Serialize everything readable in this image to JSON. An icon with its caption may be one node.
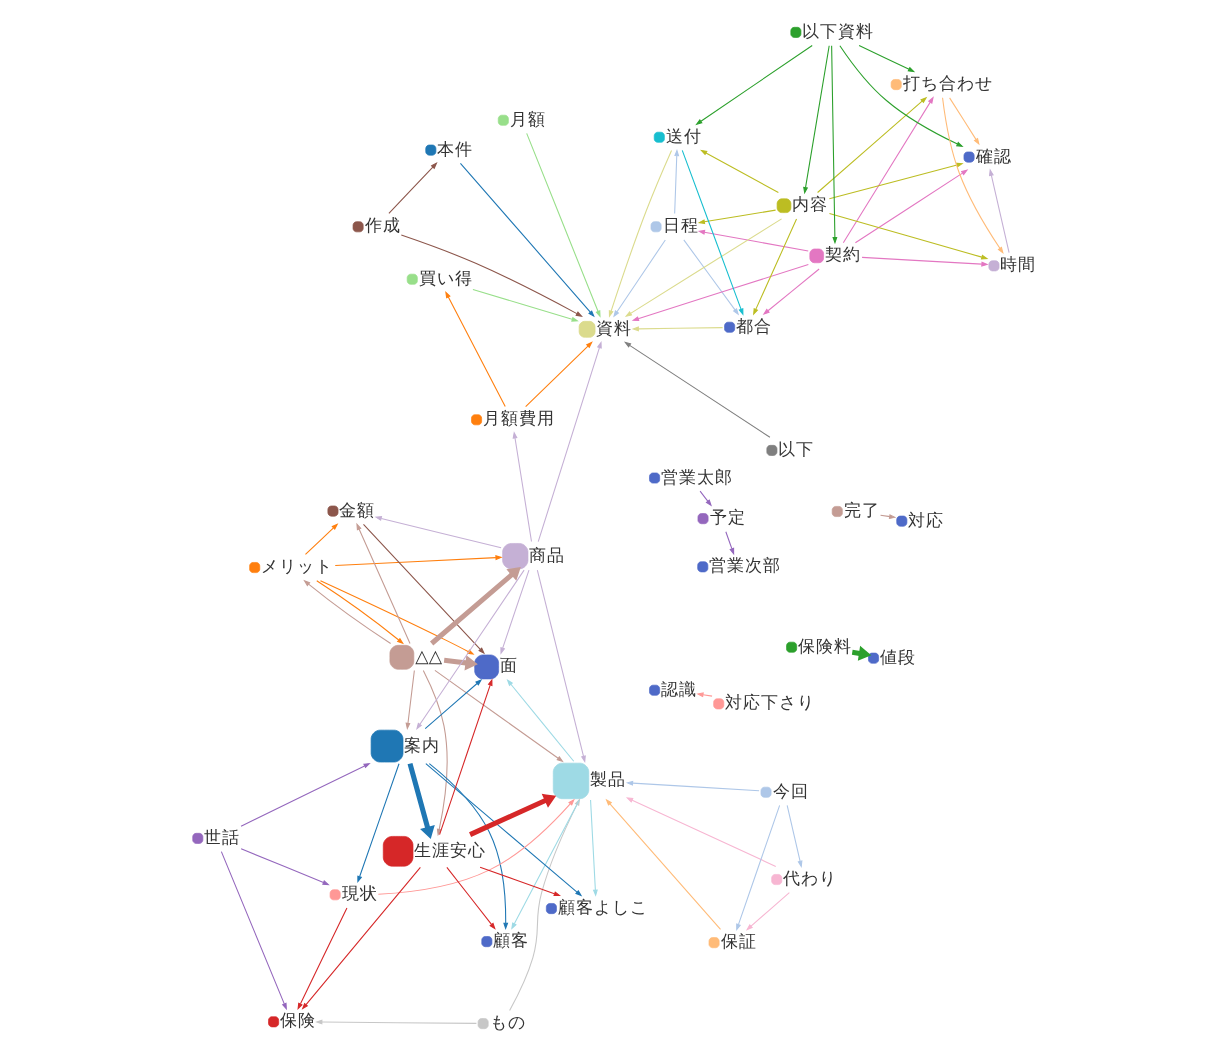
{
  "diagram": {
    "nodes": [
      {
        "text": [
          "メリット"
        ]
      },
      {
        "text": [
          "代わり"
        ]
      },
      {
        "text": [
          "面"
        ]
      },
      {
        "text": [
          "今回"
        ]
      },
      {
        "text": [
          "営業太郎"
        ]
      },
      {
        "text": [
          "金額"
        ]
      },
      {
        "text": [
          "本件"
        ]
      },
      {
        "text": [
          "△△"
        ]
      },
      {
        "text": [
          "以下"
        ]
      },
      {
        "text": [
          "もの"
        ]
      },
      {
        "text": [
          "製品"
        ]
      },
      {
        "text": [
          "保証"
        ]
      },
      {
        "text": [
          "作成"
        ]
      },
      {
        "text": [
          "商品"
        ]
      },
      {
        "text": [
          "案内"
        ]
      },
      {
        "text": [
          "認識"
        ]
      },
      {
        "text": [
          "予定"
        ]
      },
      {
        "text": [
          "現状"
        ]
      },
      {
        "text": [
          "生涯安心"
        ]
      },
      {
        "text": [
          "顧客よしこ"
        ]
      },
      {
        "text": [
          "保険料"
        ]
      },
      {
        "text": [
          "資料"
        ]
      },
      {
        "text": [
          "買い得"
        ]
      },
      {
        "text": [
          "世話"
        ]
      },
      {
        "text": [
          "保険"
        ]
      },
      {
        "text": [
          "営業次部"
        ]
      },
      {
        "text": [
          "顧客"
        ]
      },
      {
        "text": [
          "対応下さり"
        ]
      },
      {
        "text": [
          "月額"
        ]
      },
      {
        "text": [
          "日程"
        ]
      },
      {
        "text": [
          "月額費用"
        ]
      },
      {
        "text": [
          "都合"
        ]
      },
      {
        "text": [
          "値段"
        ]
      },
      {
        "text": [
          "契約"
        ]
      },
      {
        "text": [
          "完了"
        ]
      },
      {
        "text": [
          "内容"
        ]
      },
      {
        "text": [
          "送付"
        ]
      },
      {
        "text": [
          "時間"
        ]
      },
      {
        "text": [
          "対応"
        ]
      },
      {
        "text": [
          "以下資料"
        ]
      },
      {
        "text": [
          "打ち合わせ"
        ]
      },
      {
        "text": [
          "確認"
        ]
      }
    ],
    "edges": [
      {
        "from": 0,
        "to": 2,
        "arrow": "to",
        "color": "#ff7f0e"
      },
      {
        "from": 0,
        "to": 5,
        "arrow": "to",
        "color": "#ff7f0e"
      },
      {
        "from": 0,
        "to": 7,
        "arrow": "to",
        "color": "#ff7f0e"
      },
      {
        "from": 0,
        "to": 13,
        "arrow": "to",
        "color": "#ff7f0e"
      },
      {
        "from": 7,
        "to": 0,
        "arrow": "to",
        "color": "#c49c94"
      },
      {
        "from": 18,
        "to": 2,
        "arrow": "to",
        "color": "#d62728"
      },
      {
        "from": 14,
        "to": 2,
        "arrow": "to",
        "color": "#1f77b4"
      },
      {
        "from": 10,
        "to": 2,
        "arrow": "to",
        "color": "#9edae5"
      },
      {
        "from": 5,
        "to": 2,
        "arrow": "to",
        "color": "#8c564b"
      },
      {
        "from": 7,
        "to": 2,
        "arrow": "to",
        "style": "thick",
        "color": "#c49c94"
      },
      {
        "from": 13,
        "to": 2,
        "arrow": "to",
        "color": "#c5b0d5"
      },
      {
        "from": 1,
        "to": 10,
        "arrow": "to",
        "color": "#f7b6d2"
      },
      {
        "from": 1,
        "to": 11,
        "arrow": "to",
        "color": "#f7b6d2"
      },
      {
        "from": 3,
        "to": 1,
        "arrow": "to",
        "color": "#aec7e8"
      },
      {
        "from": 3,
        "to": 10,
        "arrow": "to",
        "color": "#aec7e8"
      },
      {
        "from": 3,
        "to": 11,
        "arrow": "to",
        "color": "#aec7e8"
      },
      {
        "from": 11,
        "to": 10,
        "arrow": "to",
        "color": "#ffbb78"
      },
      {
        "from": 7,
        "to": 5,
        "arrow": "to",
        "color": "#c49c94"
      },
      {
        "from": 13,
        "to": 5,
        "arrow": "to",
        "color": "#c5b0d5"
      },
      {
        "from": 7,
        "to": 10,
        "arrow": "to",
        "color": "#c49c94"
      },
      {
        "from": 7,
        "to": 14,
        "arrow": "to",
        "color": "#c49c94"
      },
      {
        "from": 7,
        "to": 18,
        "arrow": "to",
        "color": "#c49c94"
      },
      {
        "from": 7,
        "to": 13,
        "arrow": "to",
        "style": "thick",
        "color": "#c49c94"
      },
      {
        "from": 9,
        "to": 10,
        "arrow": "to",
        "color": "#c7c7c7"
      },
      {
        "from": 9,
        "to": 24,
        "arrow": "to",
        "color": "#c7c7c7"
      },
      {
        "from": 13,
        "to": 10,
        "arrow": "to",
        "color": "#c5b0d5"
      },
      {
        "from": 13,
        "to": 14,
        "arrow": "to",
        "color": "#c5b0d5"
      },
      {
        "from": 13,
        "to": 21,
        "arrow": "to",
        "color": "#c5b0d5"
      },
      {
        "from": 13,
        "to": 30,
        "arrow": "to",
        "color": "#c5b0d5"
      },
      {
        "from": 10,
        "to": 26,
        "arrow": "to",
        "color": "#9edae5"
      },
      {
        "from": 10,
        "to": 19,
        "arrow": "to",
        "color": "#9edae5"
      },
      {
        "from": 18,
        "to": 10,
        "arrow": "to",
        "style": "thick",
        "color": "#d62728"
      },
      {
        "from": 14,
        "to": 18,
        "arrow": "to",
        "style": "thick",
        "color": "#1f77b4"
      },
      {
        "from": 18,
        "to": 19,
        "arrow": "to",
        "color": "#d62728"
      },
      {
        "from": 18,
        "to": 24,
        "arrow": "to",
        "color": "#d62728"
      },
      {
        "from": 18,
        "to": 26,
        "arrow": "to",
        "color": "#d62728"
      },
      {
        "from": 14,
        "to": 17,
        "arrow": "to",
        "color": "#1f77b4"
      },
      {
        "from": 14,
        "to": 19,
        "arrow": "to",
        "color": "#1f77b4"
      },
      {
        "from": 14,
        "to": 26,
        "arrow": "to",
        "color": "#1f77b4"
      },
      {
        "from": 23,
        "to": 14,
        "arrow": "to",
        "color": "#9467bd"
      },
      {
        "from": 17,
        "to": 10,
        "arrow": "to",
        "color": "#ff9896"
      },
      {
        "from": 17,
        "to": 24,
        "arrow": "to",
        "color": "#d62728"
      },
      {
        "from": 23,
        "to": 17,
        "arrow": "to",
        "color": "#9467bd"
      },
      {
        "from": 6,
        "to": 21,
        "arrow": "to",
        "color": "#1f77b4"
      },
      {
        "from": 8,
        "to": 21,
        "arrow": "to",
        "color": "#7f7f7f"
      },
      {
        "from": 12,
        "to": 21,
        "arrow": "to",
        "color": "#8c564b"
      },
      {
        "from": 12,
        "to": 6,
        "arrow": "to",
        "color": "#8c564b"
      },
      {
        "from": 4,
        "to": 16,
        "arrow": "to",
        "color": "#9467bd"
      },
      {
        "from": 16,
        "to": 25,
        "arrow": "to",
        "color": "#9467bd"
      },
      {
        "from": 27,
        "to": 15,
        "arrow": "to",
        "color": "#ff9896"
      },
      {
        "from": 28,
        "to": 21,
        "arrow": "to",
        "color": "#98df8a"
      },
      {
        "from": 22,
        "to": 21,
        "arrow": "to",
        "color": "#98df8a"
      },
      {
        "from": 30,
        "to": 21,
        "arrow": "to",
        "color": "#ff7f0e"
      },
      {
        "from": 30,
        "to": 22,
        "arrow": "to",
        "color": "#ff7f0e"
      },
      {
        "from": 29,
        "to": 21,
        "arrow": "to",
        "color": "#aec7e8"
      },
      {
        "from": 31,
        "to": 21,
        "arrow": "to",
        "color": "#dbdb8d"
      },
      {
        "from": 35,
        "to": 21,
        "arrow": "to",
        "color": "#dbdb8d"
      },
      {
        "from": 33,
        "to": 21,
        "arrow": "to",
        "color": "#e377c2"
      },
      {
        "from": 36,
        "to": 21,
        "arrow": "to",
        "color": "#dbdb8d"
      },
      {
        "from": 23,
        "to": 24,
        "arrow": "to",
        "color": "#9467bd"
      },
      {
        "from": 20,
        "to": 32,
        "arrow": "to",
        "style": "thick",
        "color": "#2ca02c"
      },
      {
        "from": 34,
        "to": 38,
        "arrow": "to",
        "color": "#c49c94"
      },
      {
        "from": 29,
        "to": 31,
        "arrow": "to",
        "color": "#aec7e8"
      },
      {
        "from": 33,
        "to": 31,
        "arrow": "to",
        "color": "#e377c2"
      },
      {
        "from": 36,
        "to": 31,
        "arrow": "to",
        "color": "#17becf"
      },
      {
        "from": 35,
        "to": 31,
        "arrow": "to",
        "color": "#bcbd22"
      },
      {
        "from": 33,
        "to": 29,
        "arrow": "to",
        "color": "#e377c2"
      },
      {
        "from": 35,
        "to": 29,
        "arrow": "to",
        "color": "#bcbd22"
      },
      {
        "from": 29,
        "to": 36,
        "arrow": "to",
        "color": "#aec7e8"
      },
      {
        "from": 33,
        "to": 37,
        "arrow": "to",
        "color": "#e377c2"
      },
      {
        "from": 33,
        "to": 40,
        "arrow": "to",
        "color": "#e377c2"
      },
      {
        "from": 33,
        "to": 41,
        "arrow": "to",
        "color": "#e377c2"
      },
      {
        "from": 39,
        "to": 33,
        "arrow": "to",
        "color": "#2ca02c"
      },
      {
        "from": 35,
        "to": 36,
        "arrow": "to",
        "color": "#bcbd22"
      },
      {
        "from": 35,
        "to": 37,
        "arrow": "to",
        "color": "#bcbd22"
      },
      {
        "from": 39,
        "to": 35,
        "arrow": "to",
        "color": "#2ca02c"
      },
      {
        "from": 35,
        "to": 40,
        "arrow": "to",
        "color": "#bcbd22"
      },
      {
        "from": 35,
        "to": 41,
        "arrow": "to",
        "color": "#bcbd22"
      },
      {
        "from": 39,
        "to": 36,
        "arrow": "to",
        "color": "#2ca02c"
      },
      {
        "from": 39,
        "to": 40,
        "arrow": "to",
        "color": "#2ca02c"
      },
      {
        "from": 39,
        "to": 41,
        "arrow": "to",
        "color": "#2ca02c"
      },
      {
        "from": 40,
        "to": 37,
        "arrow": "to",
        "color": "#ffbb78"
      },
      {
        "from": 37,
        "to": 41,
        "arrow": "to",
        "color": "#c5b0d5"
      },
      {
        "from": 40,
        "to": 41,
        "arrow": "to",
        "color": "#ffbb78"
      }
    ]
  }
}
